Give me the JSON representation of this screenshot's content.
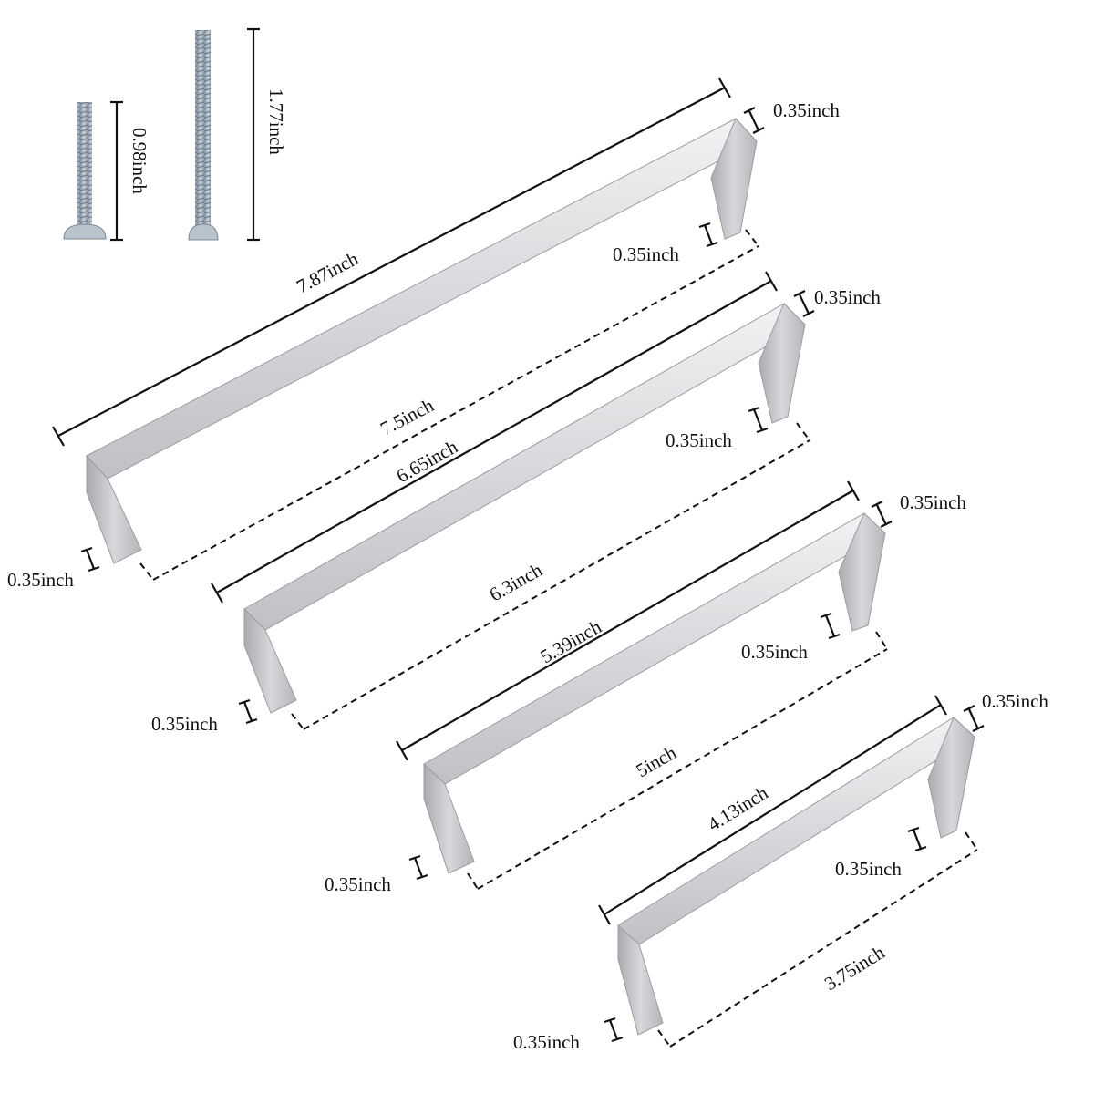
{
  "colors": {
    "metal_light": "#e6e6e8",
    "metal_mid": "#c9cacd",
    "metal_dark": "#a4a6aa",
    "screw_thread": "#9fb0bf",
    "line": "#111111"
  },
  "screws": [
    {
      "name": "short-screw",
      "length_label": "0.98inch"
    },
    {
      "name": "long-screw",
      "length_label": "1.77inch"
    }
  ],
  "handles": [
    {
      "name": "handle-1",
      "overall_length": "7.87inch",
      "hole_center": "7.5inch",
      "leg_label": "0.35inch",
      "leg_label_inner": "0.35inch",
      "thickness_label": "0.35inch"
    },
    {
      "name": "handle-2",
      "overall_length": "6.65inch",
      "hole_center": "6.3inch",
      "leg_label": "0.35inch",
      "leg_label_inner": "0.35inch",
      "thickness_label": "0.35inch"
    },
    {
      "name": "handle-3",
      "overall_length": "5.39inch",
      "hole_center": "5inch",
      "leg_label": "0.35inch",
      "leg_label_inner": "0.35inch",
      "thickness_label": "0.35inch"
    },
    {
      "name": "handle-4",
      "overall_length": "4.13inch",
      "hole_center": "3.75inch",
      "leg_label": "0.35inch",
      "leg_label_inner": "0.35inch",
      "thickness_label": "0.35inch"
    }
  ]
}
